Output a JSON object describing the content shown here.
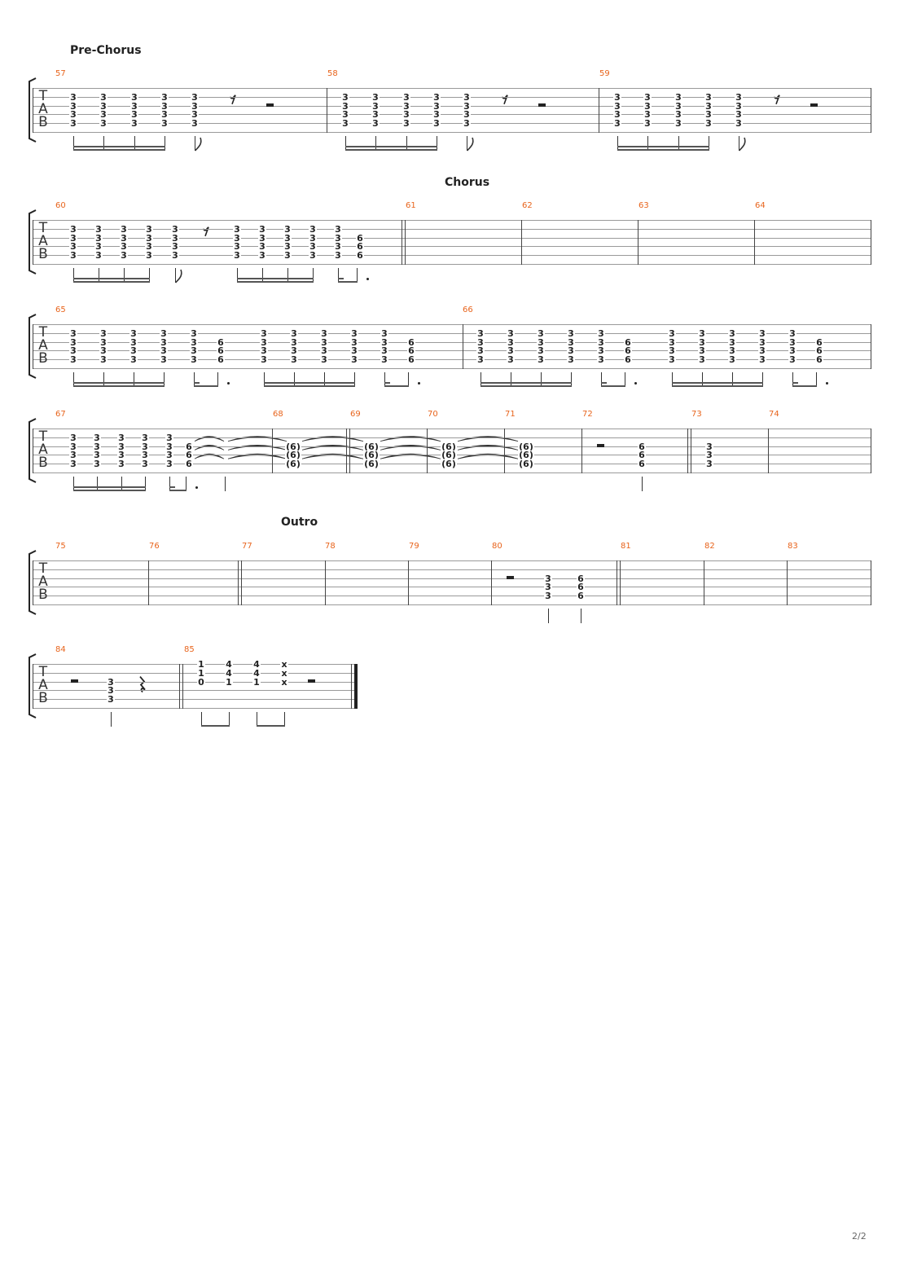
{
  "page": {
    "number": "2/2"
  },
  "sections": {
    "prechorus": "Pre-Chorus",
    "chorus": "Chorus",
    "outro": "Outro"
  },
  "clef": {
    "t": "T",
    "a": "A",
    "b": "B"
  },
  "measures": [
    "57",
    "58",
    "59",
    "60",
    "61",
    "62",
    "63",
    "64",
    "65",
    "66",
    "67",
    "68",
    "69",
    "70",
    "71",
    "72",
    "73",
    "74",
    "75",
    "76",
    "77",
    "78",
    "79",
    "80",
    "81",
    "82",
    "83",
    "84",
    "85"
  ],
  "frets": {
    "three": "3",
    "six": "6",
    "tied_six": "(6)",
    "one": "1",
    "zero": "0",
    "four": "4",
    "dead": "x"
  },
  "colors": {
    "bar_number": "#e8641c",
    "staff": "#9a9a9a",
    "notes": "#222222"
  }
}
